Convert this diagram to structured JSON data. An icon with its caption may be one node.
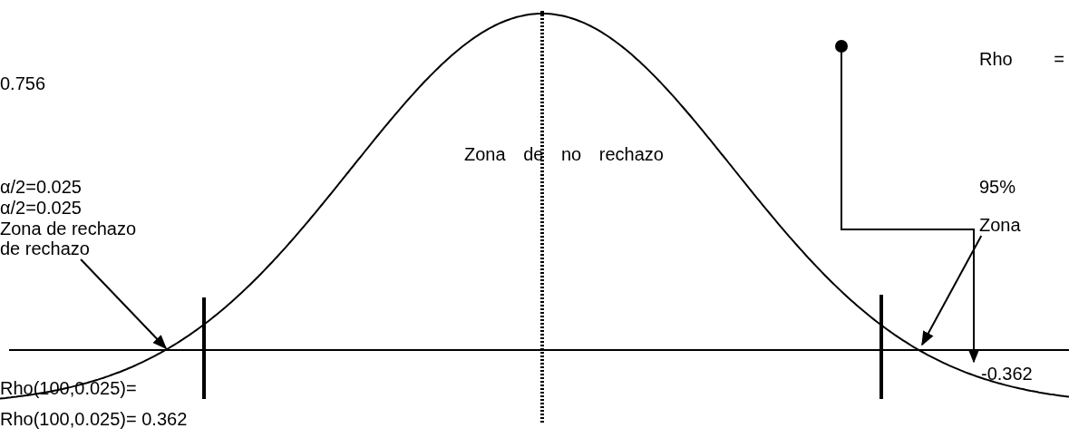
{
  "diagram": {
    "nodes": [
      {
        "text": [
          "de rechazo"
        ]
      },
      {
        "text": [
          "Zona"
        ]
      },
      {
        "text": [
          "-0.362"
        ]
      }
    ],
    "edges": [
      {
        "from": 0,
        "to": null,
        "arrow": "to"
      },
      {
        "from": 1,
        "to": null,
        "arrow": "to"
      },
      {
        "from": null,
        "to": 2,
        "arrow": "to"
      }
    ],
    "labels": [
      "Rho =",
      "0.756",
      "Zona de no rechazo",
      "α/2=0.025",
      "95%",
      "α/2=0.025",
      "Zona de rechazo",
      "Rho(100,0.025)=",
      "Rho(100,0.025)= 0.362"
    ]
  }
}
